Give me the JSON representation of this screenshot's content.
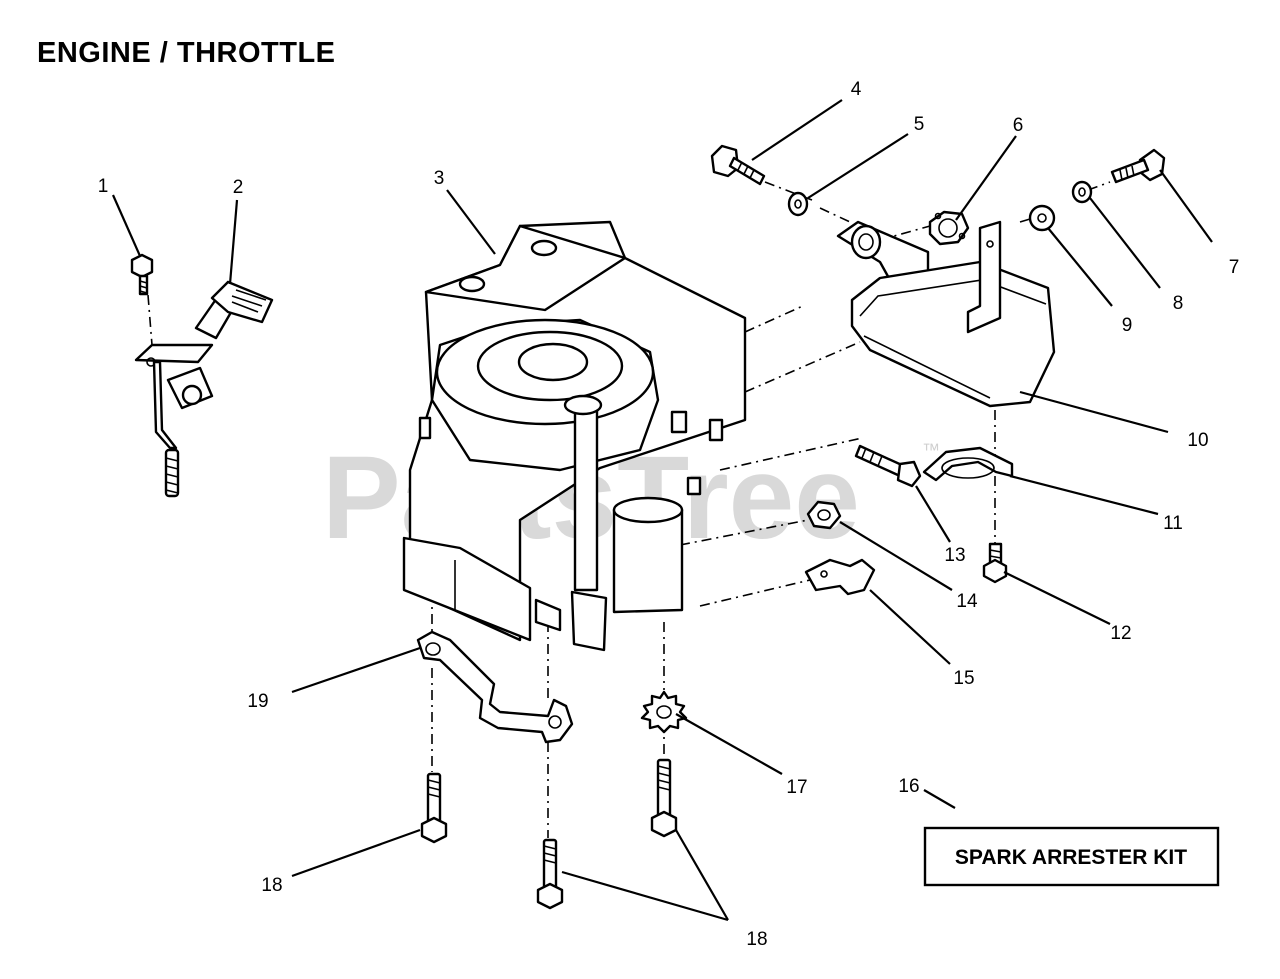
{
  "title": "ENGINE / THROTTLE",
  "watermark": "PartsTree",
  "watermark_mark": "™",
  "kit_label": "SPARK ARRESTER KIT",
  "callouts": {
    "c1": "1",
    "c2": "2",
    "c3": "3",
    "c4": "4",
    "c5": "5",
    "c6": "6",
    "c7": "7",
    "c8": "8",
    "c9": "9",
    "c10": "10",
    "c11": "11",
    "c12": "12",
    "c13": "13",
    "c14": "14",
    "c15": "15",
    "c16": "16",
    "c17": "17",
    "c18a": "18",
    "c18b": "18",
    "c19": "19"
  }
}
